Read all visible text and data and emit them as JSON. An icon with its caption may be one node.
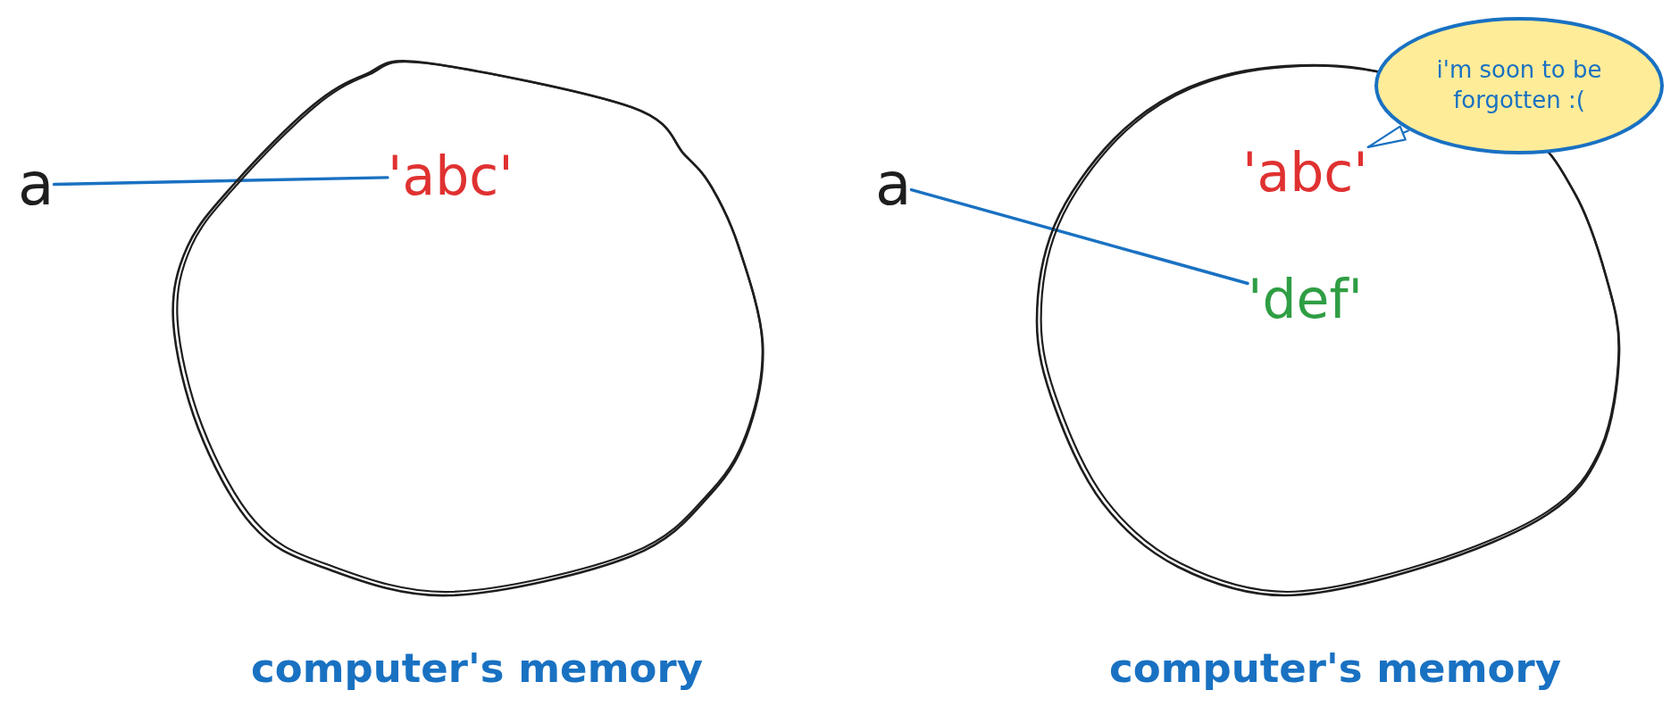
{
  "diagram": {
    "nodes": [
      {
        "text": [
          "computer's memory"
        ]
      },
      {
        "text": [
          "a"
        ]
      },
      {
        "text": [
          "'abc'"
        ],
        "in": 0
      },
      {
        "text": [
          "computer's memory"
        ]
      },
      {
        "text": [
          "a"
        ]
      },
      {
        "text": [
          "'abc'"
        ],
        "in": 3
      },
      {
        "text": [
          "'def'"
        ],
        "in": 3
      },
      {
        "text": [
          "i'm soon to be forgotten :("
        ]
      }
    ],
    "edges": [
      {
        "from": 1,
        "to": 2,
        "arrow": "none"
      },
      {
        "from": 4,
        "to": 6,
        "arrow": "none"
      },
      {
        "from": 7,
        "to": 5,
        "arrow": "to"
      }
    ]
  }
}
